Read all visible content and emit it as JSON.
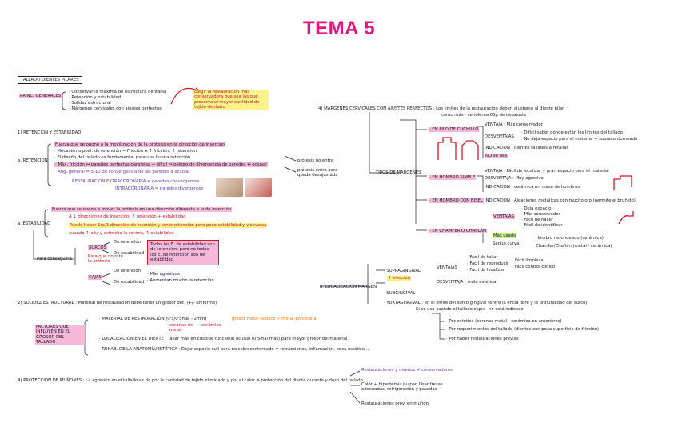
{
  "title": "TEMA 5",
  "left": {
    "header": "TALLADO DIENTES PILARES",
    "princ_label": "PRINC. GENERALES",
    "princ_items": [
      "· Conservar la máxima de estructura dentaria",
      "· Retención y estabilidad",
      "· Solidez estructural",
      "· Márgenes cervicales con ajustes perfectos"
    ],
    "note_red": "Elegir la restauración más conservadora que sea las que preserva el mayor cantidad de tejido dentario",
    "ret_title": "1) RETENCIÓN Y ESTABILIDAD",
    "retencion_label": "a. RETENCIÓN",
    "ret_lines": [
      "Fuerza que se opone a la movilización de la prótesis en la dirección de inserción",
      "· Mecanismo ppal. de retención = Fricción A ↑ fricción, ↑ retención",
      "· El diseño del tallado es fundamental para una buena retención",
      "· Máx. fricción ↔ paredes perfectas paralelas → difícil ⇒ peligro de divergencia de paredes ↔ oclusal",
      "Ang. general = 5-10 de convergencia de las paredes a oclusal",
      "RESTAURACIÓN EXTRACORONARIA = paredes convergentes",
      "INTRACORONARIA = paredes divergentes"
    ],
    "protesis_note": "prótesis no entra",
    "protesis_note2": "prótesis entra pero queda desajustada",
    "estab_label": "a. ESTABILIDAD",
    "estab_lines": [
      "Fuerza que se opone a mover la prótesis en una dirección diferente a la de inserción",
      "A ↓ direcciones de inserción, ↑ retención + estabilidad",
      "Puede haber 1ra 1 dirección de inserción y tener retención pero poca estabilidad y viceversa",
      "cuando ↑ alta y estrecha la corona, ↑ estabilidad"
    ],
    "para_conseguirla": "Para conseguirla",
    "surcos": "SURCOS",
    "surcos_a": "De retención",
    "surcos_b": "De estabilidad",
    "surcos_note": "Para que no rote la prótesis",
    "surcos_box": "Todos los E. de estabilidad son de retención, pero no todos los E. de retención son de estabilidad",
    "cajas": "CAJAS",
    "cajas_a": "De retención",
    "cajas_b": "De estabilidad",
    "cajas_c": "· Más agresivas",
    "cajas_d": "· Aumentan mucho la retención",
    "solidez_title": "2) SOLIDEZ ESTRUCTURAL : Material de restauración debe tener un grosor det. (+/- uniforme)",
    "factores_label": "FACTORES QUE INFLUYEN EN EL GROSOR DEL TALLADO",
    "mat_line": "· MATERIAL DE RESTAURACIÓN (0'5/0'5mal - 2mm)",
    "mat_sub1": "coronas de metal",
    "mat_sub2": "cerámica",
    "mat_orange": "grosor metal-acrílico > metal-porcelana",
    "local_line": "· LOCALIZACIÓN EN EL DIENTE : Tallar más en cúspide funcional oclusal (0'5mal más) para mayor grosor del material.",
    "rehab_line": "· REHAB. DE LA ANATOMÍA/ESTÉTICA : Dejar espacio sufi para no sobrecontornado = retracciones, inflamación, poca estética ...",
    "prot_title": "4) PROTECCIÓN DE MUÑONES : La agresión en el tallado se da por la cantidad de tejido eliminado y por el calor = protección del diente durante y desp del tallado",
    "prot_a": "Restauraciones y diseños + conservadores",
    "prot_b": "Calor + hipertemia pulpar. Usar fresas adecuadas, refrigeración y pasadas",
    "prot_c": "Restauraciones prov. en muñón"
  },
  "right": {
    "margenes_title": "4) MÁRGENES CERVICALES CON AJUSTES PERFECTOS : Los límites de la restauración deben ajustarse al diente pilar",
    "margenes_sub": "como más - se tolerea 60µ de desajuste",
    "tipos": "TIPOS DE MÁRGENES",
    "filo": "· EN FILO DE CUCHILLO",
    "filo_v": "VENTAJA : Más conservador",
    "filo_d1": "DESVENTAJAS :",
    "filo_d1a": "· Difícil saber dónde están los límites del tallado",
    "filo_d1b": "· No deja espacio para el material = sobrecontorneado",
    "filo_i": "INDICACIÓN : dientes tallados a retallar.",
    "filo_n": "NO se usa",
    "hombro": "· EN HOMBRO SIMPLE",
    "hombro_v": "VENTAJA : Fácil de localizar y gran espacio para el material",
    "hombro_d": "DESVENTAJA : Muy agresivo",
    "hombro_i": "INDICACIÓN : cerámica en masa de hombros",
    "bisel": "· EN HOMBRO CON BISEL",
    "bisel_i": "INDICACIÓN : Aleaciones metálicas con mucho oro (permite el bruñido)",
    "chaflan": "· EN CHAMFER O CHAFLÁN",
    "chaflan_v": "VENTAJAS",
    "chaflan_v1": "· Deja espacio",
    "chaflan_v2": "· Más conservador",
    "chaflan_v3": "· Fácil de hacer",
    "chaflan_v4": "· Fácil de identificar",
    "chaflan_u": "Más usado",
    "chaflan_c": "Según curva",
    "chaflan_c1": "Hombro redondeado (cerámica)",
    "chaflan_c2": "Chamfer/Chaflán (metal - cerámica)",
    "local_label": "a. LOCALIZACIÓN MARGEN",
    "supra": "· SUPRAGINGIVAL",
    "supra_e": "↑ elección",
    "supra_v": "VENTAJAS",
    "supra_v1": "· Fácil de tallar",
    "supra_v2": "· Fácil de reproducir",
    "supra_v3": "· Fácil de localizar",
    "supra_v4": "Fácil limpieza",
    "supra_v5": "Fácil control clínico",
    "supra_d": "DESVENTAJA : mala estética",
    "subg": "· SUBGINGIVAL",
    "yuxta": "· YUXTAGINGIVAL : en el límite del surco gingival (entre la encía libre y la profundidad del surco)",
    "yuxta_2": "Si se usa cuando el tallado supra- no está indicado",
    "por1": "· Por estética (coronas metal - cerámica en anteriores)",
    "por2": "· Por requerimientos del tallado (dientes con poca superficie de fricción)",
    "por3": "· Por haber restauraciones previas"
  }
}
